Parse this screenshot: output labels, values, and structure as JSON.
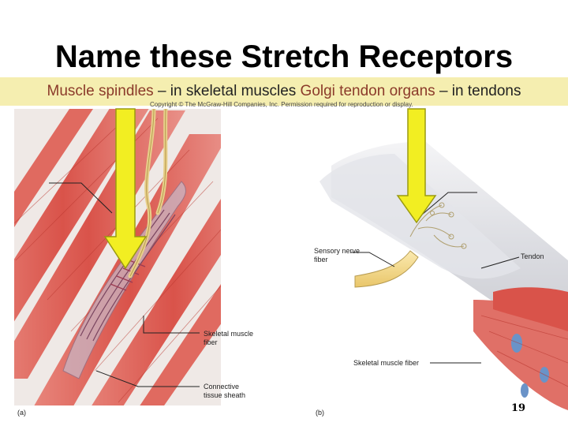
{
  "slide": {
    "title": "Name these Stretch Receptors",
    "subtitle": {
      "term1": "Muscle spindles",
      "desc1": " – in skeletal muscles  ",
      "term2": "Golgi tendon organs",
      "desc2": " – in tendons"
    },
    "copyright": "Copyright © The McGraw-Hill Companies, Inc. Permission required for reproduction or display.",
    "page_number": "19"
  },
  "figure_a": {
    "panel_label": "(a)",
    "labels": {
      "skeletal_muscle_fiber": "Skeletal muscle fiber",
      "connective_tissue_sheath": "Connective tissue sheath"
    }
  },
  "figure_b": {
    "panel_label": "(b)",
    "labels": {
      "sensory_nerve_fiber": "Sensory nerve fiber",
      "tendon": "Tendon",
      "skeletal_muscle_fiber": "Skeletal muscle fiber"
    }
  },
  "colors": {
    "arrow_fill": "#f2ee22",
    "arrow_stroke": "#9a9a10",
    "muscle_red": "#d9534a",
    "nerve_yellow": "#f3d98a",
    "subtitle_band": "#f5eeb0"
  }
}
